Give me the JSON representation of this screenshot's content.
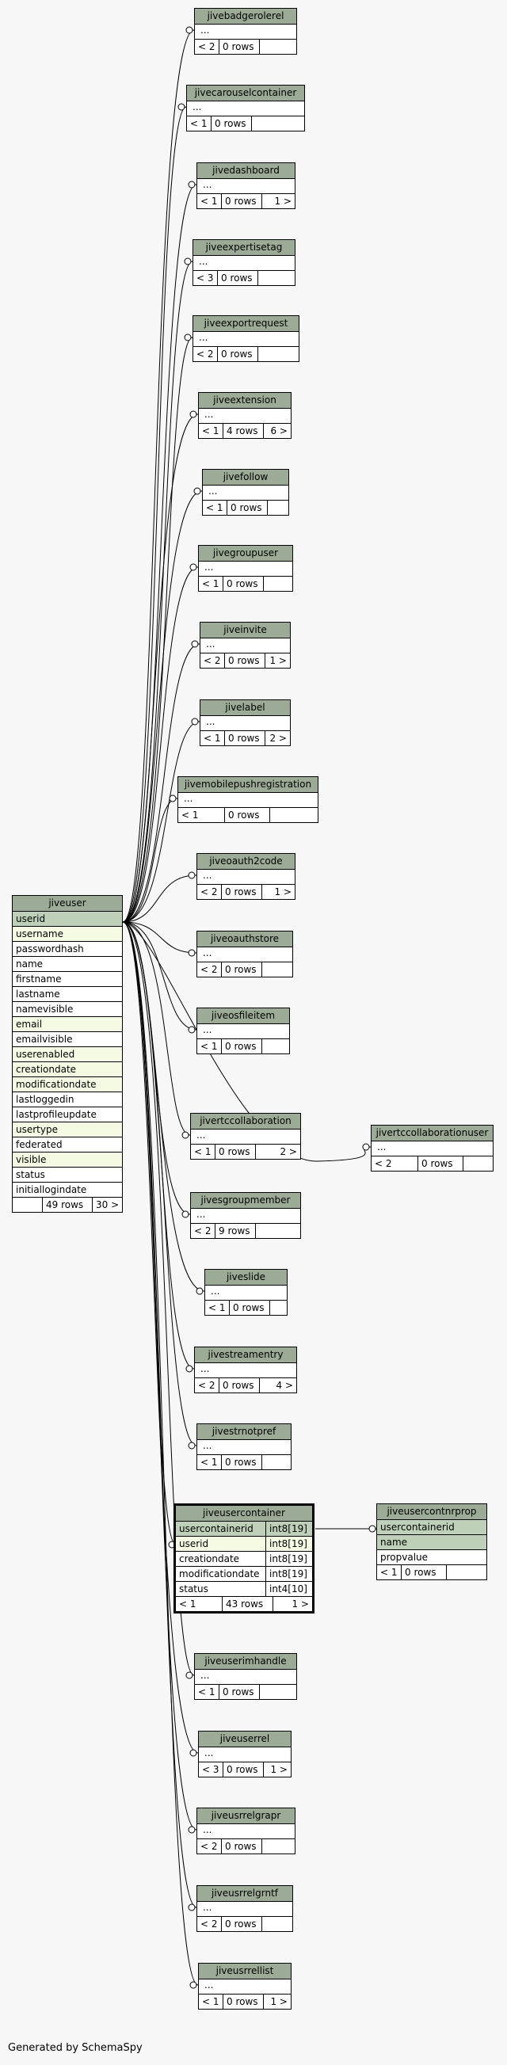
{
  "small_tables": [
    {
      "name": "jivebadgerolerel",
      "child": "...",
      "foot": [
        "< 2",
        "0 rows",
        ""
      ]
    },
    {
      "name": "jivecarouselcontainer",
      "child": "...",
      "foot": [
        "< 1",
        "0 rows",
        ""
      ]
    },
    {
      "name": "jivedashboard",
      "child": "...",
      "foot": [
        "< 1",
        "0 rows",
        "1 >"
      ]
    },
    {
      "name": "jiveexpertisetag",
      "child": "...",
      "foot": [
        "< 3",
        "0 rows",
        ""
      ]
    },
    {
      "name": "jiveexportrequest",
      "child": "...",
      "foot": [
        "< 2",
        "0 rows",
        ""
      ]
    },
    {
      "name": "jiveextension",
      "child": "...",
      "foot": [
        "< 1",
        "4 rows",
        "6 >"
      ]
    },
    {
      "name": "jivefollow",
      "child": "...",
      "foot": [
        "< 1",
        "0 rows",
        ""
      ]
    },
    {
      "name": "jivegroupuser",
      "child": "...",
      "foot": [
        "< 1",
        "0 rows",
        ""
      ]
    },
    {
      "name": "jiveinvite",
      "child": "...",
      "foot": [
        "< 2",
        "0 rows",
        "1 >"
      ]
    },
    {
      "name": "jivelabel",
      "child": "...",
      "foot": [
        "< 1",
        "0 rows",
        "2 >"
      ]
    },
    {
      "name": "jivemobilepushregistration",
      "child": "...",
      "foot": [
        "< 1",
        "0 rows",
        ""
      ]
    },
    {
      "name": "jiveoauth2code",
      "child": "...",
      "foot": [
        "< 2",
        "0 rows",
        "1 >"
      ]
    },
    {
      "name": "jiveoauthstore",
      "child": "...",
      "foot": [
        "< 2",
        "0 rows",
        ""
      ]
    },
    {
      "name": "jiveosfileitem",
      "child": "...",
      "foot": [
        "< 1",
        "0 rows",
        ""
      ]
    },
    {
      "name": "jivertccollaboration",
      "child": "...",
      "foot": [
        "< 1",
        "0 rows",
        "2 >"
      ]
    },
    {
      "name": "jivesgroupmember",
      "child": "...",
      "foot": [
        "< 2",
        "9 rows",
        ""
      ]
    },
    {
      "name": "jiveslide",
      "child": "...",
      "foot": [
        "< 1",
        "0 rows",
        ""
      ]
    },
    {
      "name": "jivestreamentry",
      "child": "...",
      "foot": [
        "< 2",
        "0 rows",
        "4 >"
      ]
    },
    {
      "name": "jivestrnotpref",
      "child": "...",
      "foot": [
        "< 1",
        "0 rows",
        ""
      ]
    },
    {
      "name": "jiveuserimhandle",
      "child": "...",
      "foot": [
        "< 1",
        "0 rows",
        ""
      ]
    },
    {
      "name": "jiveuserrel",
      "child": "...",
      "foot": [
        "< 3",
        "0 rows",
        "1 >"
      ]
    },
    {
      "name": "jiveusrrelgrapr",
      "child": "...",
      "foot": [
        "< 2",
        "0 rows",
        ""
      ]
    },
    {
      "name": "jiveusrrelgrntf",
      "child": "...",
      "foot": [
        "< 2",
        "0 rows",
        ""
      ]
    },
    {
      "name": "jiveusrrellist",
      "child": "...",
      "foot": [
        "< 1",
        "0 rows",
        "1 >"
      ]
    },
    {
      "name": "jivertccollaborationuser",
      "child": "...",
      "foot": [
        "< 2",
        "0 rows",
        ""
      ]
    }
  ],
  "jiveuser": {
    "name": "jiveuser",
    "columns": [
      "userid",
      "username",
      "passwordhash",
      "name",
      "firstname",
      "lastname",
      "namevisible",
      "email",
      "emailvisible",
      "userenabled",
      "creationdate",
      "modificationdate",
      "lastloggedin",
      "lastprofileupdate",
      "usertype",
      "federated",
      "visible",
      "status",
      "initiallogindate"
    ],
    "foot": [
      "",
      "49 rows",
      "30 >"
    ]
  },
  "jiveusercontainer": {
    "name": "jiveusercontainer",
    "columns": [
      {
        "name": "usercontainerid",
        "type": "int8[19]"
      },
      {
        "name": "userid",
        "type": "int8[19]"
      },
      {
        "name": "creationdate",
        "type": "int8[19]"
      },
      {
        "name": "modificationdate",
        "type": "int8[19]"
      },
      {
        "name": "status",
        "type": "int4[10]"
      }
    ],
    "foot": [
      "< 1",
      "43 rows",
      "1 >"
    ]
  },
  "jiveusercontnrprop": {
    "name": "jiveusercontnrprop",
    "columns": [
      "usercontainerid",
      "name",
      "propvalue"
    ],
    "foot": [
      "< 1",
      "0 rows",
      ""
    ]
  },
  "colors": {
    "header": "#9bab96",
    "pk": "#bed1b8",
    "indexed": "#f5fae2",
    "background": "#f7f7f7"
  },
  "footer_text": "Generated by SchemaSpy"
}
